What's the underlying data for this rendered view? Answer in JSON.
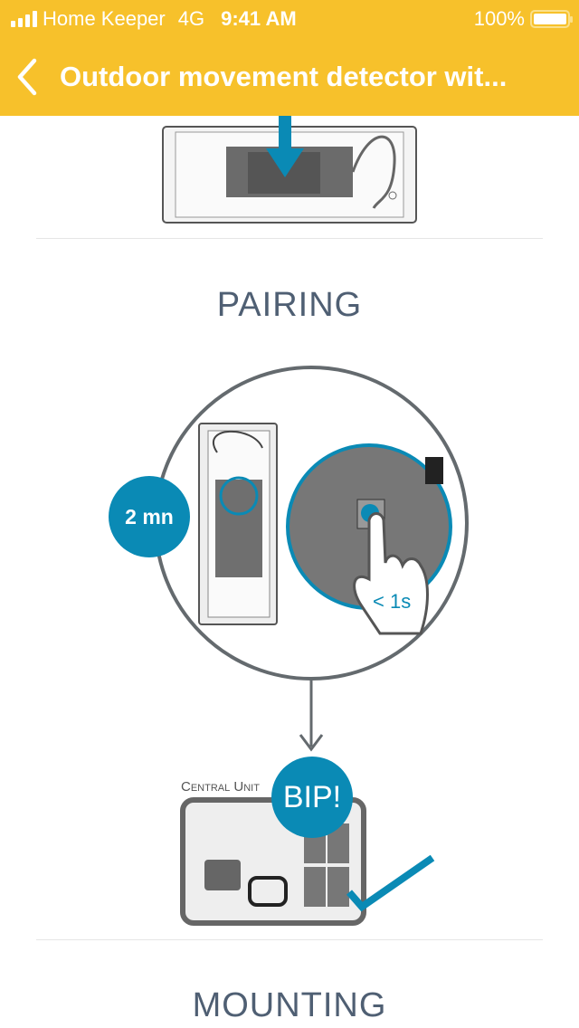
{
  "status_bar": {
    "carrier": "Home Keeper",
    "network": "4G",
    "time": "9:41 AM",
    "battery": "100%"
  },
  "nav": {
    "title": "Outdoor movement detector wit..."
  },
  "sections": {
    "pairing": "PAIRING",
    "mounting": "MOUNTING"
  },
  "illustration": {
    "timer": "2 mn",
    "press": "< 1s",
    "central_unit": "Central unit",
    "beep": "BIP!"
  },
  "colors": {
    "header": "#f7c12b",
    "accent": "#0a8ab5",
    "heading": "#4f5f73"
  }
}
